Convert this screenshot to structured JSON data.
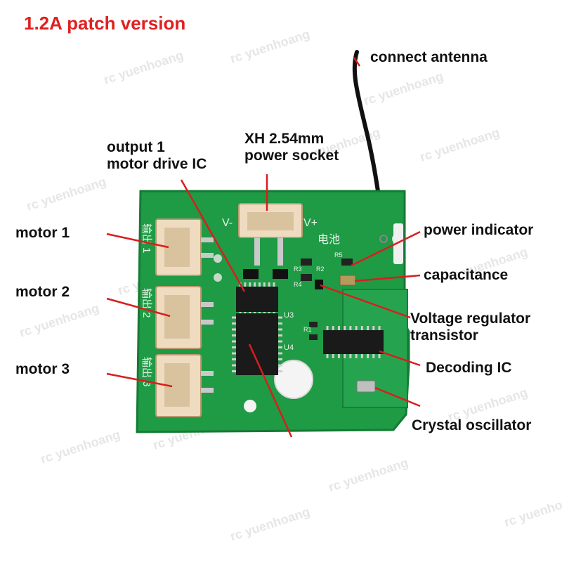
{
  "title": "1.2A patch version",
  "title_color": "#e02020",
  "watermark": "rc yuenhoang",
  "labels": {
    "connect_antenna": "connect antenna",
    "output1_line1": "output 1",
    "output1_line2": "motor drive IC",
    "xh_line1": "XH 2.54mm",
    "xh_line2": "power socket",
    "motor1": "motor 1",
    "motor2": "motor 2",
    "motor3": "motor 3",
    "power_indicator": "power indicator",
    "capacitance": "capacitance",
    "vreg_line1": "Voltage regulator",
    "vreg_line2": "transistor",
    "decoding_ic": "Decoding IC",
    "crystal": "Crystal oscillator"
  },
  "silkscreen": {
    "v_minus": "V-",
    "v_plus": "V+",
    "battery": "电池",
    "output1": "输出 1",
    "output2": "输出 2",
    "output3": "输出 3",
    "u3": "U3",
    "u4": "U4",
    "r5": "R5",
    "r2": "R2",
    "r3": "R3",
    "r4": "R4",
    "r1": "R1"
  },
  "colors": {
    "board": "#1f9a45",
    "board_dark": "#157a34",
    "leader_line": "#d81e1e",
    "connector": "#efdcc0",
    "antenna": "#111111"
  }
}
